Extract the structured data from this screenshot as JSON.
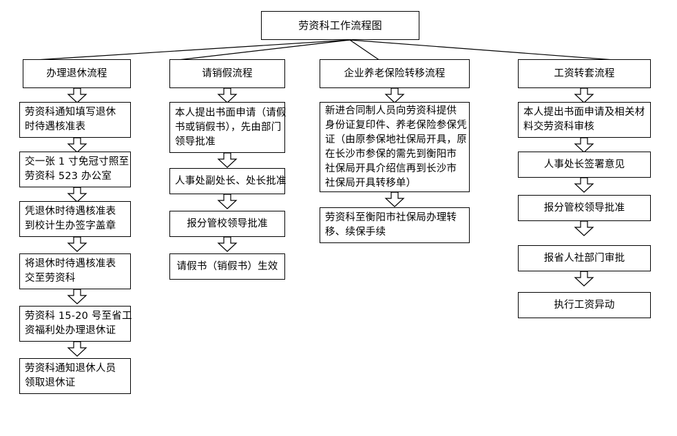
{
  "document": {
    "title": "劳资科工作流程图",
    "type": "flowchart",
    "background_color": "#ffffff",
    "line_color": "#000000",
    "text_color": "#000000"
  },
  "root": {
    "label": "劳资科工作流程图"
  },
  "columns": [
    {
      "id": "retirement",
      "header": "办理退休流程",
      "steps": [
        {
          "lines": [
            "劳资科通知填写退休",
            "时待遇核准表"
          ]
        },
        {
          "lines": [
            "交一张 1 寸免冠寸照至",
            "劳资科 523 办公室"
          ]
        },
        {
          "lines": [
            "凭退休时待遇核准表",
            "到校计生办签字盖章"
          ]
        },
        {
          "lines": [
            "将退休时待遇核准表",
            "交至劳资科"
          ]
        },
        {
          "lines": [
            "劳资科 15-20 号至省工",
            "资福利处办理退休证"
          ]
        },
        {
          "lines": [
            "劳资科通知退休人员",
            "领取退休证"
          ]
        }
      ]
    },
    {
      "id": "leave",
      "header": "请销假流程",
      "steps": [
        {
          "lines": [
            "本人提出书面申请（请假",
            "书或销假书），先由部门",
            "领导批准"
          ]
        },
        {
          "lines": [
            "人事处副处长、处长批准"
          ]
        },
        {
          "lines": [
            "报分管校领导批准"
          ]
        },
        {
          "lines": [
            "请假书（销假书）生效"
          ]
        }
      ]
    },
    {
      "id": "pension-transfer",
      "header": "企业养老保险转移流程",
      "steps": [
        {
          "lines": [
            "新进合同制人员向劳资科提供",
            "身份证复印件、养老保险参保凭",
            "证（由原参保地社保局开具，原",
            "在长沙市参保的需先到衡阳市",
            "社保局开具介绍信再到长沙市",
            "社保局开具转移单）"
          ]
        },
        {
          "lines": [
            "劳资科至衡阳市社保局办理转",
            "移、续保手续"
          ]
        }
      ]
    },
    {
      "id": "salary-conversion",
      "header": "工资转套流程",
      "steps": [
        {
          "lines": [
            "本人提出书面申请及相关材",
            "料交劳资科审核"
          ]
        },
        {
          "lines": [
            "人事处长签署意见"
          ]
        },
        {
          "lines": [
            "报分管校领导批准"
          ]
        },
        {
          "lines": [
            "报省人社部门审批"
          ]
        },
        {
          "lines": [
            "执行工资异动"
          ]
        }
      ]
    }
  ]
}
